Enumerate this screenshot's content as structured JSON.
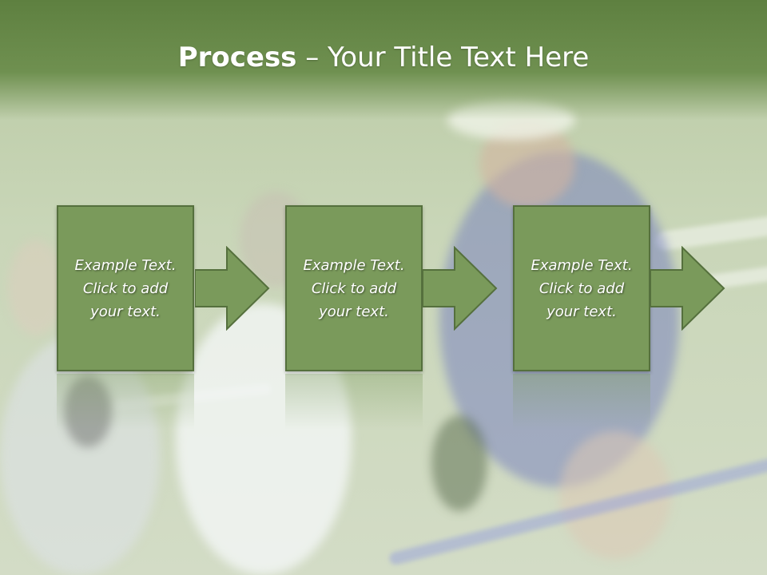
{
  "slide": {
    "title_bold": "Process",
    "title_rest": " – Your Title Text Here",
    "steps": [
      {
        "lines": [
          "Example Text.",
          "Click  to add",
          "your text."
        ]
      },
      {
        "lines": [
          "Example Text.",
          "Click  to add",
          "your text."
        ]
      },
      {
        "lines": [
          "Example Text.",
          "Click  to add",
          "your text."
        ]
      }
    ]
  },
  "colors": {
    "header_green": "#6f9050",
    "box_fill": "#7a9a5b",
    "box_border": "#55703d",
    "text": "#ffffff"
  },
  "icons": {
    "step_connector": "right-arrow-icon"
  }
}
